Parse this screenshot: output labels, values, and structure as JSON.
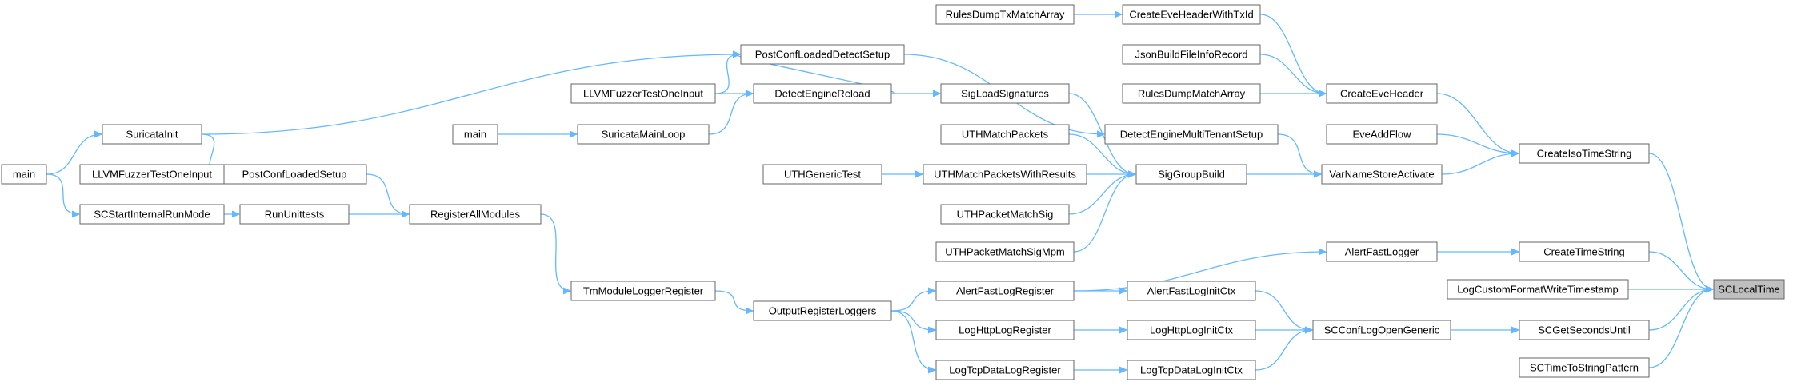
{
  "graph": {
    "type": "call-graph",
    "edge_color": "#63b8ff",
    "focus_fill": "#bfbfbf",
    "nodes": [
      {
        "id": "SCLocalTime",
        "label": "SCLocalTime",
        "focus": true
      },
      {
        "id": "CreateIsoTimeString",
        "label": "CreateIsoTimeString"
      },
      {
        "id": "CreateTimeString",
        "label": "CreateTimeString"
      },
      {
        "id": "LogCustomFormatWriteTimestamp",
        "label": "LogCustomFormatWriteTimestamp"
      },
      {
        "id": "SCGetSecondsUntil",
        "label": "SCGetSecondsUntil"
      },
      {
        "id": "SCTimeToStringPattern",
        "label": "SCTimeToStringPattern"
      },
      {
        "id": "CreateEveHeader",
        "label": "CreateEveHeader"
      },
      {
        "id": "EveAddFlow",
        "label": "EveAddFlow"
      },
      {
        "id": "VarNameStoreActivate",
        "label": "VarNameStoreActivate"
      },
      {
        "id": "AlertFastLogger",
        "label": "AlertFastLogger"
      },
      {
        "id": "SCConfLogOpenGeneric",
        "label": "SCConfLogOpenGeneric"
      },
      {
        "id": "CreateEveHeaderWithTxId",
        "label": "CreateEveHeaderWithTxId"
      },
      {
        "id": "JsonBuildFileInfoRecord",
        "label": "JsonBuildFileInfoRecord"
      },
      {
        "id": "RulesDumpMatchArray",
        "label": "RulesDumpMatchArray"
      },
      {
        "id": "RulesDumpTxMatchArray",
        "label": "RulesDumpTxMatchArray"
      },
      {
        "id": "DetectEngineMultiTenantSetup",
        "label": "DetectEngineMultiTenantSetup"
      },
      {
        "id": "SigGroupBuild",
        "label": "SigGroupBuild"
      },
      {
        "id": "AlertFastLogRegister",
        "label": "AlertFastLogRegister"
      },
      {
        "id": "AlertFastLogInitCtx",
        "label": "AlertFastLogInitCtx"
      },
      {
        "id": "LogHttpLogInitCtx",
        "label": "LogHttpLogInitCtx"
      },
      {
        "id": "LogTcpDataLogInitCtx",
        "label": "LogTcpDataLogInitCtx"
      },
      {
        "id": "PostConfLoadedDetectSetup",
        "label": "PostConfLoadedDetectSetup"
      },
      {
        "id": "SigLoadSignatures",
        "label": "SigLoadSignatures"
      },
      {
        "id": "UTHMatchPackets",
        "label": "UTHMatchPackets"
      },
      {
        "id": "UTHMatchPacketsWithResults",
        "label": "UTHMatchPacketsWithResults"
      },
      {
        "id": "UTHPacketMatchSig",
        "label": "UTHPacketMatchSig"
      },
      {
        "id": "UTHPacketMatchSigMpm",
        "label": "UTHPacketMatchSigMpm"
      },
      {
        "id": "OutputRegisterLoggers",
        "label": "OutputRegisterLoggers"
      },
      {
        "id": "LogHttpLogRegister",
        "label": "LogHttpLogRegister"
      },
      {
        "id": "LogTcpDataLogRegister",
        "label": "LogTcpDataLogRegister"
      },
      {
        "id": "DetectEngineReload",
        "label": "DetectEngineReload"
      },
      {
        "id": "UTHGenericTest",
        "label": "UTHGenericTest"
      },
      {
        "id": "LLVMFuzzerTestOneInput_a",
        "label": "LLVMFuzzerTestOneInput"
      },
      {
        "id": "SuricataMainLoop",
        "label": "SuricataMainLoop"
      },
      {
        "id": "TmModuleLoggerRegister",
        "label": "TmModuleLoggerRegister"
      },
      {
        "id": "main_a",
        "label": "main"
      },
      {
        "id": "RegisterAllModules",
        "label": "RegisterAllModules"
      },
      {
        "id": "PostConfLoadedSetup",
        "label": "PostConfLoadedSetup"
      },
      {
        "id": "RunUnittests",
        "label": "RunUnittests"
      },
      {
        "id": "SuricataInit",
        "label": "SuricataInit"
      },
      {
        "id": "LLVMFuzzerTestOneInput_b",
        "label": "LLVMFuzzerTestOneInput"
      },
      {
        "id": "SCStartInternalRunMode",
        "label": "SCStartInternalRunMode"
      },
      {
        "id": "main_b",
        "label": "main"
      }
    ],
    "edges": [
      {
        "from": "CreateIsoTimeString",
        "to": "SCLocalTime"
      },
      {
        "from": "CreateTimeString",
        "to": "SCLocalTime"
      },
      {
        "from": "LogCustomFormatWriteTimestamp",
        "to": "SCLocalTime"
      },
      {
        "from": "SCGetSecondsUntil",
        "to": "SCLocalTime"
      },
      {
        "from": "SCTimeToStringPattern",
        "to": "SCLocalTime"
      },
      {
        "from": "CreateEveHeader",
        "to": "CreateIsoTimeString"
      },
      {
        "from": "EveAddFlow",
        "to": "CreateIsoTimeString"
      },
      {
        "from": "VarNameStoreActivate",
        "to": "CreateIsoTimeString"
      },
      {
        "from": "AlertFastLogger",
        "to": "CreateTimeString"
      },
      {
        "from": "SCConfLogOpenGeneric",
        "to": "SCGetSecondsUntil"
      },
      {
        "from": "CreateEveHeaderWithTxId",
        "to": "CreateEveHeader"
      },
      {
        "from": "JsonBuildFileInfoRecord",
        "to": "CreateEveHeader"
      },
      {
        "from": "RulesDumpMatchArray",
        "to": "CreateEveHeader"
      },
      {
        "from": "RulesDumpTxMatchArray",
        "to": "CreateEveHeaderWithTxId"
      },
      {
        "from": "DetectEngineMultiTenantSetup",
        "to": "VarNameStoreActivate"
      },
      {
        "from": "SigGroupBuild",
        "to": "VarNameStoreActivate"
      },
      {
        "from": "AlertFastLogRegister",
        "to": "AlertFastLogger"
      },
      {
        "from": "AlertFastLogInitCtx",
        "to": "SCConfLogOpenGeneric"
      },
      {
        "from": "LogHttpLogInitCtx",
        "to": "SCConfLogOpenGeneric"
      },
      {
        "from": "LogTcpDataLogInitCtx",
        "to": "SCConfLogOpenGeneric"
      },
      {
        "from": "PostConfLoadedDetectSetup",
        "to": "DetectEngineMultiTenantSetup"
      },
      {
        "from": "SigLoadSignatures",
        "to": "SigGroupBuild"
      },
      {
        "from": "UTHMatchPackets",
        "to": "SigGroupBuild"
      },
      {
        "from": "UTHMatchPacketsWithResults",
        "to": "SigGroupBuild"
      },
      {
        "from": "UTHPacketMatchSig",
        "to": "SigGroupBuild"
      },
      {
        "from": "UTHPacketMatchSigMpm",
        "to": "SigGroupBuild"
      },
      {
        "from": "OutputRegisterLoggers",
        "to": "AlertFastLogRegister"
      },
      {
        "from": "AlertFastLogRegister",
        "to": "AlertFastLogInitCtx"
      },
      {
        "from": "LogHttpLogRegister",
        "to": "LogHttpLogInitCtx"
      },
      {
        "from": "LogTcpDataLogRegister",
        "to": "LogTcpDataLogInitCtx"
      },
      {
        "from": "SuricataInit",
        "to": "PostConfLoadedDetectSetup"
      },
      {
        "from": "DetectEngineReload",
        "to": "PostConfLoadedDetectSetup"
      },
      {
        "from": "DetectEngineReload",
        "to": "SigLoadSignatures"
      },
      {
        "from": "UTHGenericTest",
        "to": "UTHMatchPacketsWithResults"
      },
      {
        "from": "TmModuleLoggerRegister",
        "to": "OutputRegisterLoggers"
      },
      {
        "from": "OutputRegisterLoggers",
        "to": "LogHttpLogRegister"
      },
      {
        "from": "OutputRegisterLoggers",
        "to": "LogTcpDataLogRegister"
      },
      {
        "from": "LLVMFuzzerTestOneInput_a",
        "to": "PostConfLoadedDetectSetup"
      },
      {
        "from": "LLVMFuzzerTestOneInput_a",
        "to": "DetectEngineReload"
      },
      {
        "from": "SuricataMainLoop",
        "to": "DetectEngineReload"
      },
      {
        "from": "RegisterAllModules",
        "to": "TmModuleLoggerRegister"
      },
      {
        "from": "main_a",
        "to": "SuricataMainLoop"
      },
      {
        "from": "PostConfLoadedSetup",
        "to": "RegisterAllModules"
      },
      {
        "from": "RunUnittests",
        "to": "RegisterAllModules"
      },
      {
        "from": "SuricataInit",
        "to": "PostConfLoadedSetup"
      },
      {
        "from": "LLVMFuzzerTestOneInput_b",
        "to": "PostConfLoadedSetup"
      },
      {
        "from": "SCStartInternalRunMode",
        "to": "RunUnittests"
      },
      {
        "from": "main_b",
        "to": "SuricataInit"
      },
      {
        "from": "main_b",
        "to": "SCStartInternalRunMode"
      }
    ]
  }
}
